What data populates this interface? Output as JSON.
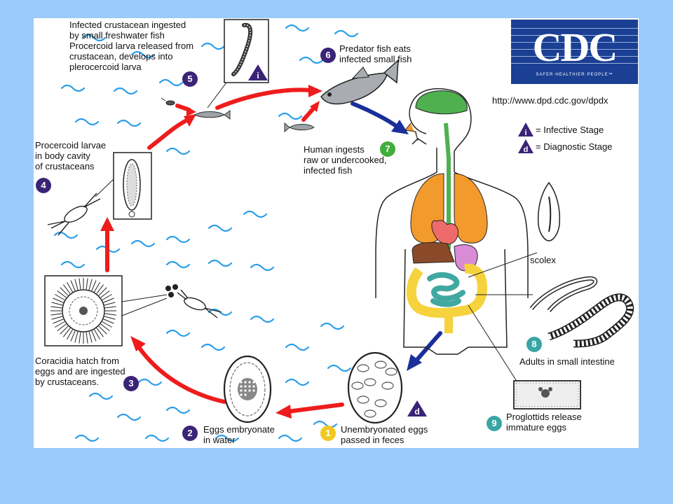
{
  "logo": {
    "text": "CDC",
    "tagline": "SAFER·HEALTHIER·PEOPLE™"
  },
  "url": "http://www.dpd.cdc.gov/dpdx",
  "legend": [
    {
      "symbol": "i",
      "label": "= Infective Stage"
    },
    {
      "symbol": "d",
      "label": "= Diagnostic Stage"
    }
  ],
  "stages": {
    "s1": {
      "number": "1",
      "lines": [
        "Unembryonated eggs",
        "passed in feces"
      ]
    },
    "s2": {
      "number": "2",
      "lines": [
        "Eggs embryonate",
        "in water"
      ]
    },
    "s3": {
      "number": "3",
      "lines": [
        "Coracidia hatch from",
        "eggs and are ingested",
        "by crustaceans."
      ]
    },
    "s4": {
      "number": "4",
      "lines": [
        "Procercoid larvae",
        "in body cavity",
        "of crustaceans"
      ]
    },
    "s5": {
      "number": "5",
      "lines": [
        "Infected crustacean ingested",
        "by small freshwater fish",
        "Procercoid larva released from",
        "crustacean, develops into",
        "plerocercoid larva"
      ]
    },
    "s6": {
      "number": "6",
      "lines": [
        "Predator fish eats",
        "infected small fish"
      ]
    },
    "s7": {
      "number": "7",
      "lines": [
        "Human ingests",
        "raw or undercooked,",
        "infected fish"
      ]
    },
    "s8": {
      "number": "8",
      "lines": [
        "Adults in small intestine"
      ]
    },
    "s9": {
      "number": "9",
      "lines": [
        "Proglottids release",
        "immature eggs"
      ]
    }
  },
  "scolex_label": "scolex",
  "badge_i": "i",
  "badge_d": "d",
  "colors": {
    "background": "#9ccbfb",
    "water": "#2b9ee8",
    "arrow_red": "#ee1c1c",
    "arrow_blue": "#1b2f9a",
    "lungs": "#f39a2c",
    "brain": "#4fb04f",
    "intestine_small": "#3fa8a0",
    "intestine_large": "#f6d23c",
    "stomach": "#ef6b6b"
  }
}
